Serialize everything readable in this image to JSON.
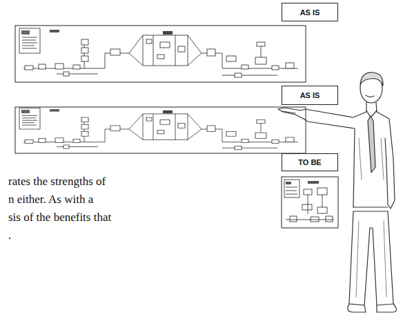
{
  "diagram": {
    "nodes": [
      {
        "text": [
          "AS IS"
        ]
      },
      {
        "text": [
          "AS IS"
        ]
      },
      {
        "text": [
          "TO BE"
        ]
      }
    ],
    "labels": [
      "rates the strengths of",
      "n either. As with a",
      "sis of the benefits that",
      "."
    ]
  }
}
